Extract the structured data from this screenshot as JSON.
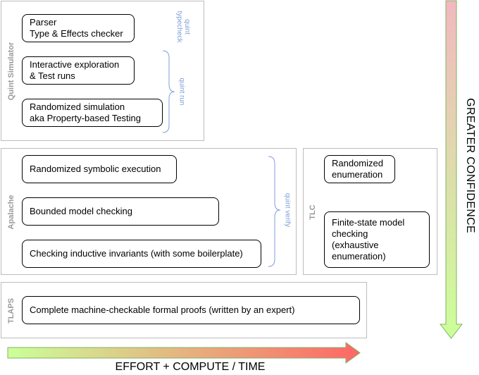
{
  "groups": {
    "quint_simulator": {
      "label": "Quint Simulator",
      "boxes": [
        {
          "lines": [
            "Parser",
            "Type & Effects checker"
          ]
        },
        {
          "lines": [
            "Interactive exploration",
            "& Test runs"
          ]
        },
        {
          "lines": [
            "Randomized simulation",
            "aka Property-based Testing"
          ]
        }
      ],
      "commands": [
        {
          "lines": [
            "quint",
            "typecheck"
          ]
        },
        {
          "lines": [
            "quint run"
          ]
        }
      ]
    },
    "apalache": {
      "label": "Apalache",
      "boxes": [
        {
          "lines": [
            "Randomized symbolic execution"
          ]
        },
        {
          "lines": [
            "Bounded model checking"
          ]
        },
        {
          "lines": [
            "Checking inductive invariants (with some boilerplate)"
          ]
        }
      ],
      "commands": [
        {
          "lines": [
            "quint verify"
          ]
        }
      ]
    },
    "tlc": {
      "label": "TLC",
      "boxes": [
        {
          "lines": [
            "Randomized",
            "enumeration"
          ]
        },
        {
          "lines": [
            "Finite-state model",
            "checking",
            "(exhaustive",
            "enumeration)"
          ]
        }
      ]
    },
    "tlaps": {
      "label": "TLAPS",
      "boxes": [
        {
          "lines": [
            "Complete machine-checkable formal proofs (written by an expert)"
          ]
        }
      ]
    }
  },
  "axes": {
    "vertical_label": "GREATER CONFIDENCE",
    "horizontal_label": "EFFORT + COMPUTE / TIME"
  },
  "colors": {
    "arrow_start": "#ccff99",
    "arrow_end_horizontal": "#ff6666",
    "arrow_end_vertical": "#f2b8c0",
    "arrow_stroke": "#82b366",
    "command_text": "#7f9fd9",
    "group_border": "#bdbdbd",
    "group_label": "#9a9a9a"
  }
}
